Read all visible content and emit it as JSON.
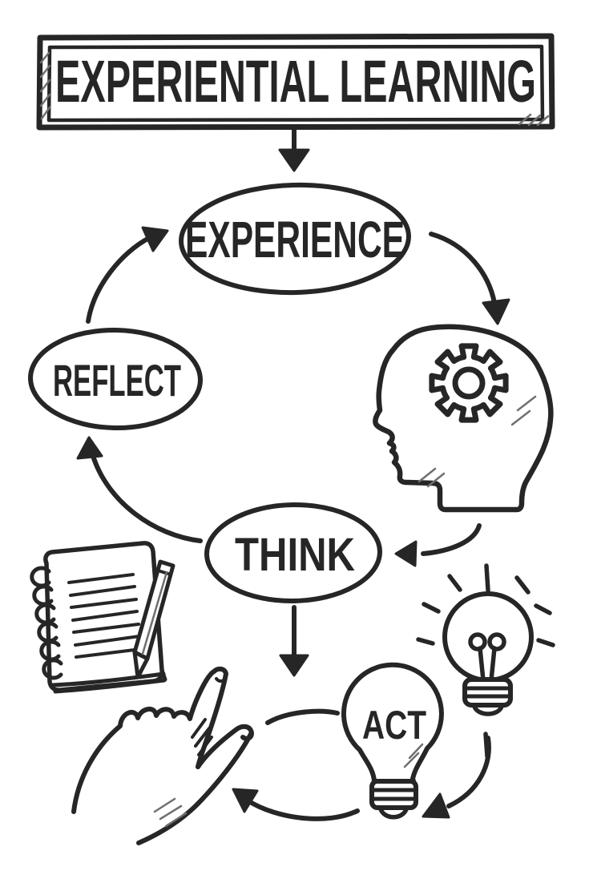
{
  "colors": {
    "background": "#ffffff",
    "ink": "#262626",
    "hatch": "#6f6f6f"
  },
  "title": {
    "text": "EXPERIENTIAL LEARNING"
  },
  "nodes": {
    "experience": {
      "label": "EXPERIENCE",
      "shape": "ellipse"
    },
    "reflect": {
      "label": "REFLECT",
      "shape": "ellipse"
    },
    "think": {
      "label": "THINK",
      "shape": "ellipse"
    },
    "act": {
      "label": "ACT",
      "shape": "lightbulb"
    }
  },
  "flow": {
    "cycle_sequence": [
      "EXPERIENCE",
      "THINK",
      "ACT",
      "REFLECT"
    ],
    "arrows": [
      {
        "from": "title-banner",
        "to": "experience"
      },
      {
        "from": "experience",
        "to": "thinking-head"
      },
      {
        "from": "thinking-head",
        "to": "think"
      },
      {
        "from": "think",
        "to": "act-area"
      },
      {
        "from": "think",
        "to": "reflect"
      },
      {
        "from": "reflect",
        "to": "experience"
      },
      {
        "from": "glowing-lightbulb",
        "to": "act"
      },
      {
        "from": "act",
        "to": "pointing-hand"
      },
      {
        "from": "pointing-hand",
        "to": "act"
      }
    ]
  },
  "icons": [
    {
      "name": "thinking-head-gear-icon",
      "meaning": "head profile with gear (thinking)"
    },
    {
      "name": "gear-icon",
      "meaning": "cog inside head"
    },
    {
      "name": "glowing-lightbulb-icon",
      "meaning": "idea bulb with rays"
    },
    {
      "name": "act-lightbulb-icon",
      "meaning": "lightbulb containing ACT label"
    },
    {
      "name": "notebook-pencil-icon",
      "meaning": "spiral notepad with pencil (reflect/notes)"
    },
    {
      "name": "pointing-hand-icon",
      "meaning": "hand pointing (act/do)"
    }
  ],
  "style_note": "hand-drawn black ink doodle diagram on white"
}
